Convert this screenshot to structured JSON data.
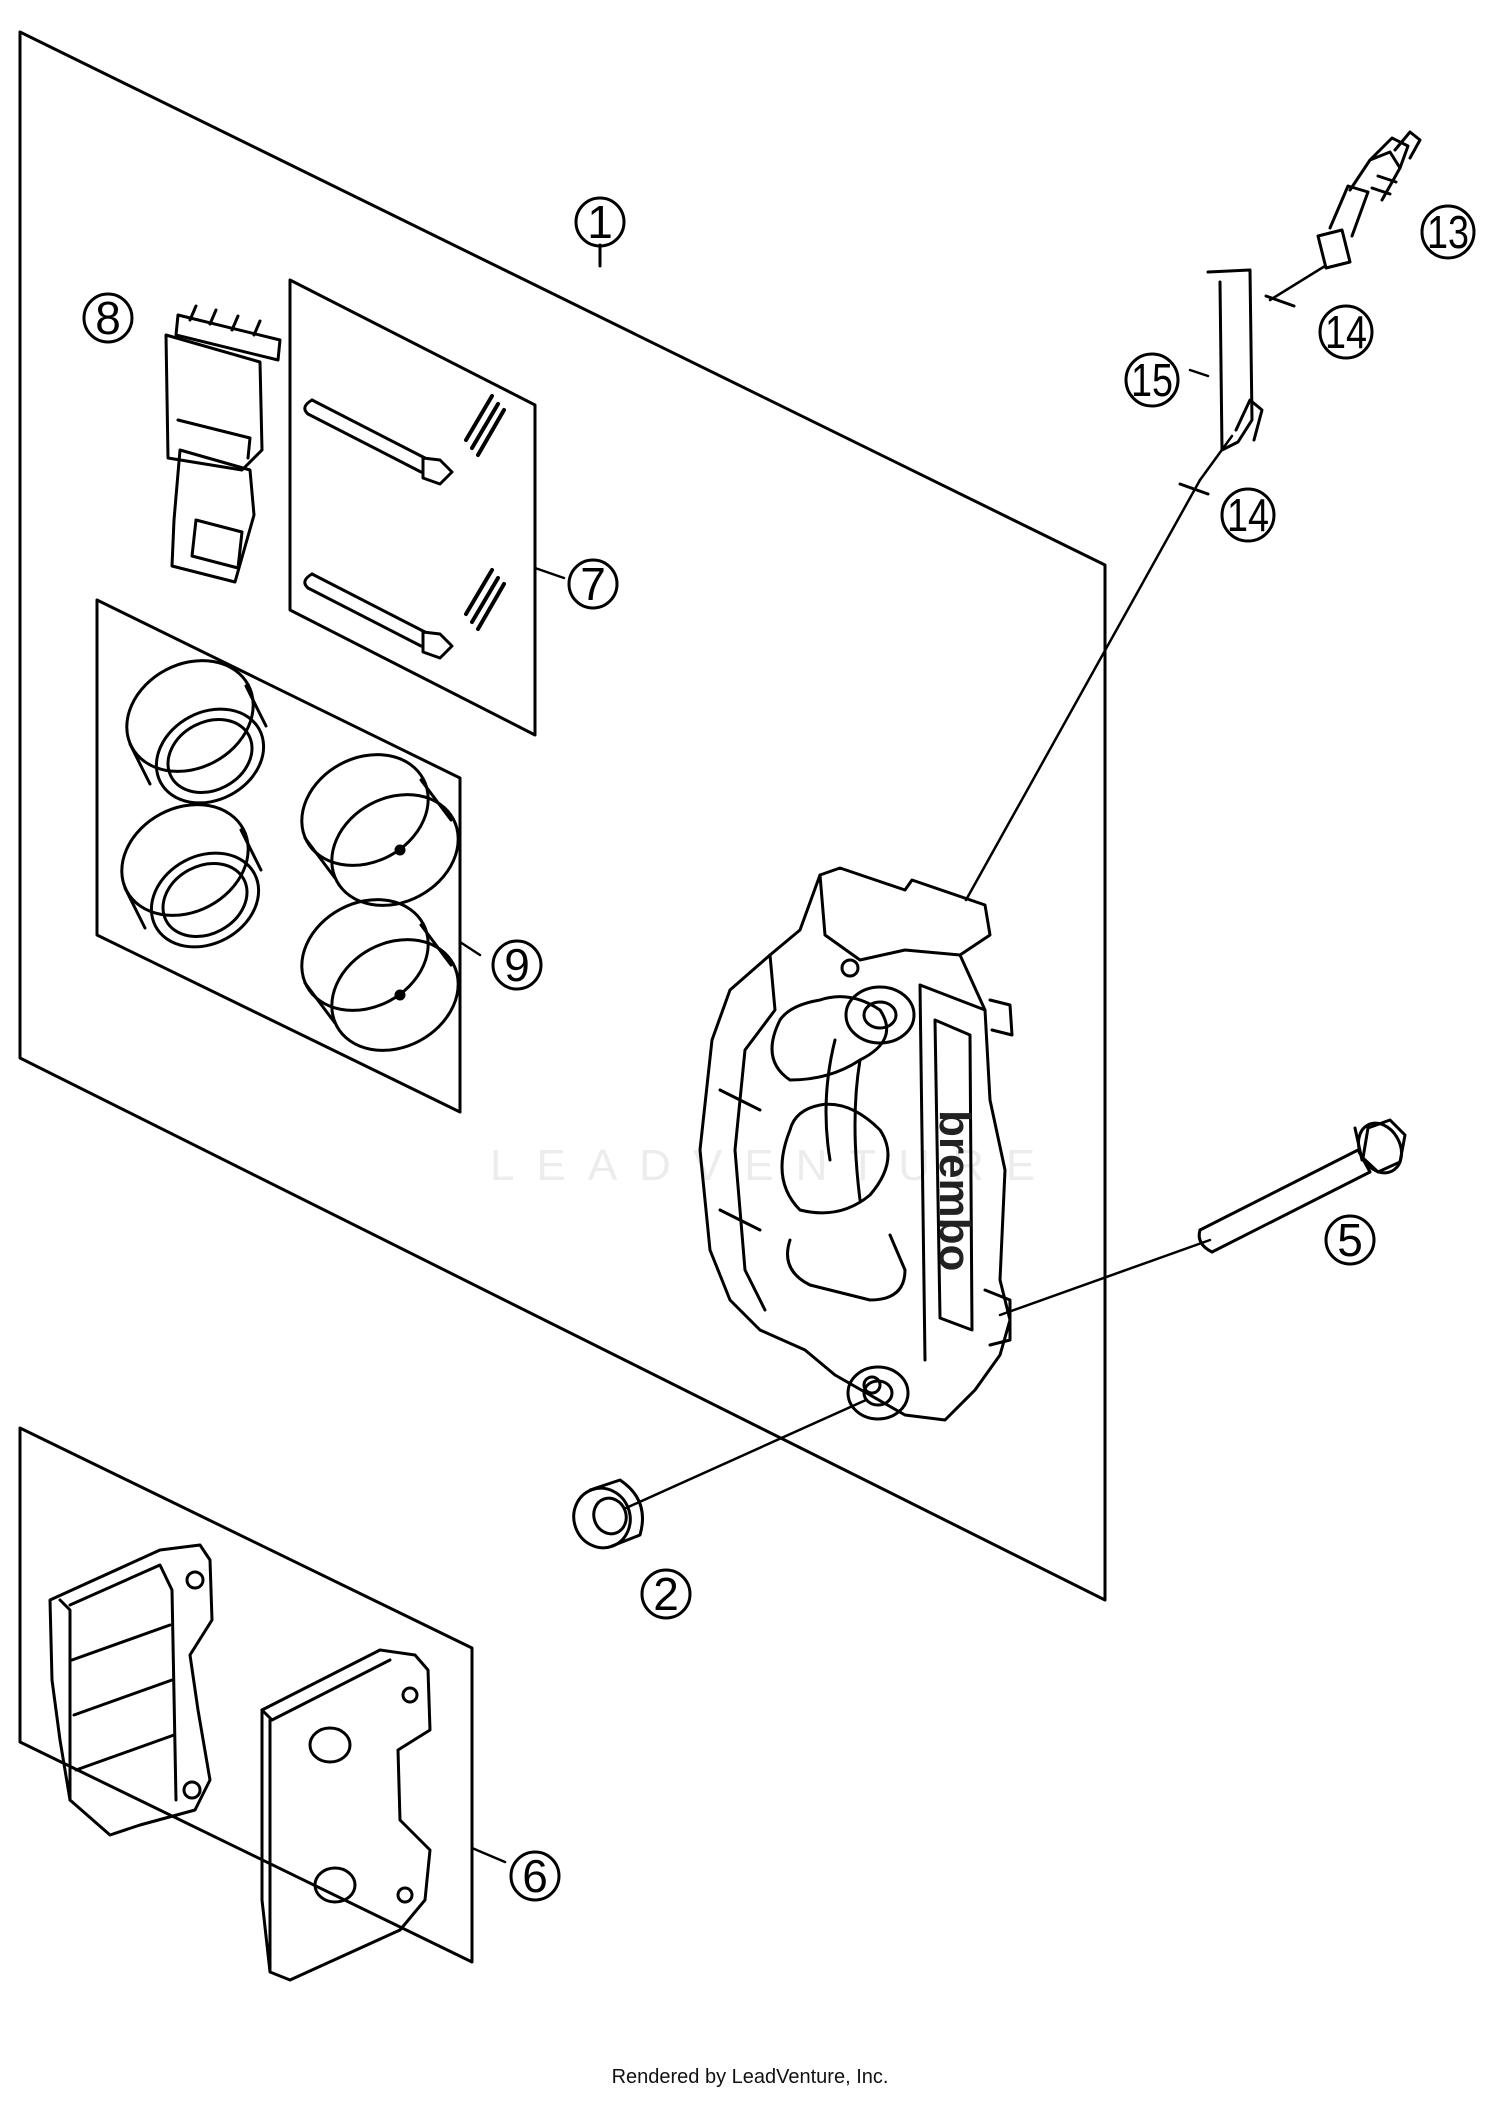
{
  "diagram": {
    "callouts": {
      "c1": "1",
      "c2": "2",
      "c5": "5",
      "c6": "6",
      "c7": "7",
      "c8": "8",
      "c9": "9",
      "c13": "13",
      "c14a": "14",
      "c14b": "14",
      "c15": "15"
    },
    "caliper_brand": "brembo",
    "watermark": "LEADVENTURE",
    "footer": "Rendered by LeadVenture, Inc."
  }
}
